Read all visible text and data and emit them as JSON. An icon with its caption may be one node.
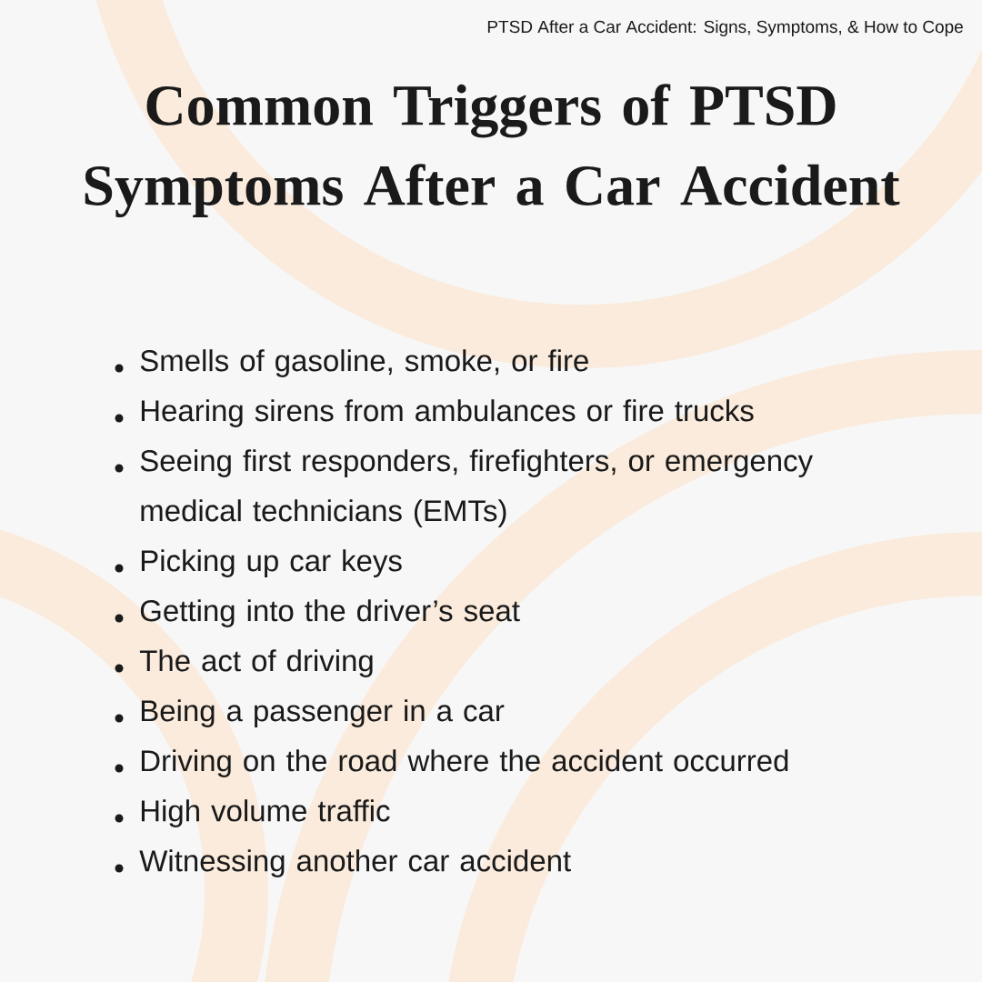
{
  "diagram": {
    "title": "Common Triggers of PTSD Symptoms After a Car Accident",
    "labels": [
      "PTSD After a Car Accident: Signs, Symptoms, & How to Cope",
      "Smells of gasoline, smoke, or fire",
      "Hearing sirens from ambulances or fire trucks",
      "Seeing first responders, firefighters, or emergency medical technicians (EMTs)",
      "Picking up car keys",
      "Getting into the driver’s seat",
      "The act of driving",
      "Being a passenger in a car",
      "Driving on the road where the accident occurred",
      "High volume traffic",
      "Witnessing another car accident"
    ]
  }
}
